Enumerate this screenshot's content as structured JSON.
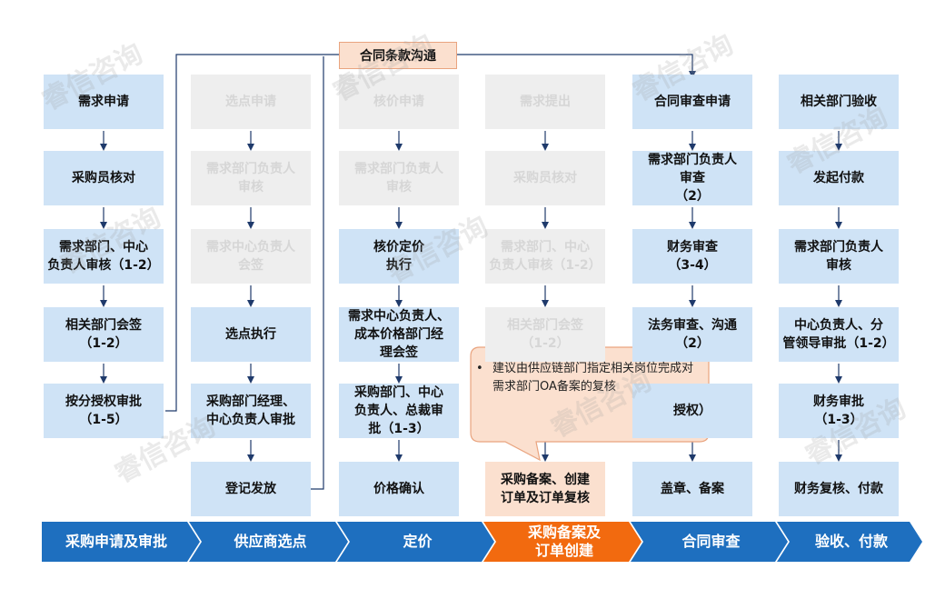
{
  "colors": {
    "active_box": "#cfe3f6",
    "dim_box": "#eeeeee",
    "dim_text": "#d6d6d6",
    "highlight_box": "#fbe0cf",
    "arrow": "#1f3a6b",
    "phase_blue": "#1e6fbf",
    "phase_orange": "#f26a0f"
  },
  "communication_box": "合同条款沟通",
  "callout": {
    "bullet": "•",
    "text": "建议由供应链部门指定相关岗位完成对需求部门OA备案的复核"
  },
  "columns": [
    {
      "phase": "采购申请及审批",
      "steps": [
        {
          "text": "需求申请",
          "state": "active"
        },
        {
          "text": "采购员核对",
          "state": "active"
        },
        {
          "text": "需求部门、中心\n负责人审核（1-2）",
          "state": "active"
        },
        {
          "text": "相关部门会签\n（1-2）",
          "state": "active"
        },
        {
          "text": "按分授权审批\n（1-5）",
          "state": "active"
        }
      ]
    },
    {
      "phase": "供应商选点",
      "steps": [
        {
          "text": "选点申请",
          "state": "dim"
        },
        {
          "text": "需求部门负责人\n审核",
          "state": "dim"
        },
        {
          "text": "需求中心负责人\n会签",
          "state": "dim"
        },
        {
          "text": "选点执行",
          "state": "active"
        },
        {
          "text": "采购部门经理、\n中心负责人审批",
          "state": "active"
        },
        {
          "text": "登记发放",
          "state": "active"
        }
      ]
    },
    {
      "phase": "定价",
      "steps": [
        {
          "text": "核价申请",
          "state": "dim"
        },
        {
          "text": "需求部门负责人\n审核",
          "state": "dim"
        },
        {
          "text": "核价定价\n执行",
          "state": "active"
        },
        {
          "text": "需求中心负责人、\n成本价格部门经\n理会签",
          "state": "active"
        },
        {
          "text": "采购部门、中心\n负责人、总裁审\n批（1-3）",
          "state": "active"
        },
        {
          "text": "价格确认",
          "state": "active"
        }
      ]
    },
    {
      "phase": "采购备案及\n订单创建",
      "steps": [
        {
          "text": "需求提出",
          "state": "dim"
        },
        {
          "text": "采购员核对",
          "state": "dim"
        },
        {
          "text": "需求部门、中心\n负责人审核（1-2）",
          "state": "dim"
        },
        {
          "text": "相关部门会签\n（1-2）",
          "state": "dim"
        },
        {
          "text": "采购备案、创建\n订单及订单复核",
          "state": "highlight"
        }
      ]
    },
    {
      "phase": "合同审查",
      "steps": [
        {
          "text": "合同审查申请",
          "state": "active"
        },
        {
          "text": "需求部门负责人\n审查\n（2）",
          "state": "active"
        },
        {
          "text": "财务审查\n（3-4）",
          "state": "active"
        },
        {
          "text": "法务审查、沟通\n（2）",
          "state": "active"
        },
        {
          "text": "授权）",
          "state": "active"
        },
        {
          "text": "盖章、备案",
          "state": "active"
        }
      ]
    },
    {
      "phase": "验收、付款",
      "steps": [
        {
          "text": "相关部门验收",
          "state": "active"
        },
        {
          "text": "发起付款",
          "state": "active"
        },
        {
          "text": "需求部门负责人\n审核",
          "state": "active"
        },
        {
          "text": "中心负责人、分\n管领导审批（1-2）",
          "state": "active"
        },
        {
          "text": "财务审批\n（1-3）",
          "state": "active"
        },
        {
          "text": "财务复核、付款",
          "state": "active"
        }
      ]
    }
  ],
  "watermark": "睿信咨询"
}
